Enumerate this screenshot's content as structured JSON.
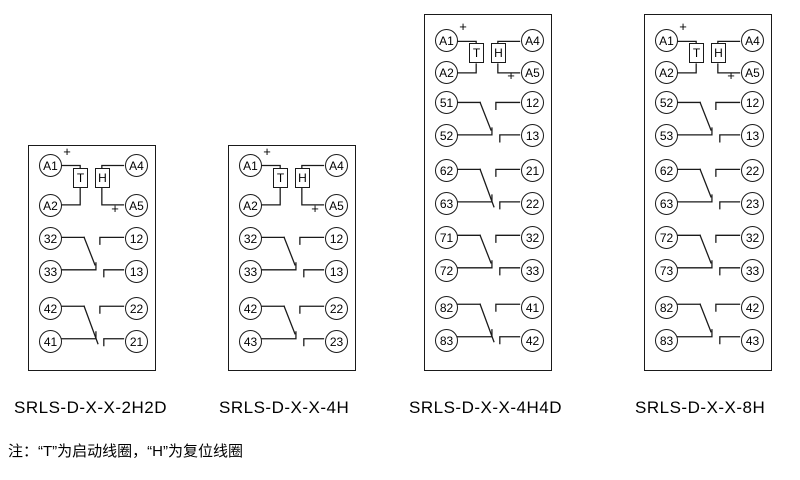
{
  "page": {
    "note": "注：“T”为启动线圈，“H”为复位线圈"
  },
  "diagrams": [
    {
      "model": "SRLS-D-X-X-2H2D",
      "coil": {
        "a1": "A1",
        "a2": "A2",
        "a4": "A4",
        "a5": "A5",
        "t": "T",
        "h": "H",
        "plus": "+"
      },
      "rows": [
        {
          "left": "32",
          "right": "12"
        },
        {
          "left": "33",
          "right": "13"
        },
        {
          "left": "42",
          "right": "22"
        },
        {
          "left": "41",
          "right": "21"
        }
      ]
    },
    {
      "model": "SRLS-D-X-X-4H",
      "coil": {
        "a1": "A1",
        "a2": "A2",
        "a4": "A4",
        "a5": "A5",
        "t": "T",
        "h": "H",
        "plus": "+"
      },
      "rows": [
        {
          "left": "32",
          "right": "12"
        },
        {
          "left": "33",
          "right": "13"
        },
        {
          "left": "42",
          "right": "22"
        },
        {
          "left": "43",
          "right": "23"
        }
      ]
    },
    {
      "model": "SRLS-D-X-X-4H4D",
      "coil": {
        "a1": "A1",
        "a2": "A2",
        "a4": "A4",
        "a5": "A5",
        "t": "T",
        "h": "H",
        "plus": "+"
      },
      "rows": [
        {
          "left": "51",
          "right": "12"
        },
        {
          "left": "52",
          "right": "13"
        },
        {
          "left": "62",
          "right": "21"
        },
        {
          "left": "63",
          "right": "22"
        },
        {
          "left": "71",
          "right": "32"
        },
        {
          "left": "72",
          "right": "33"
        },
        {
          "left": "82",
          "right": "41"
        },
        {
          "left": "83",
          "right": "42"
        }
      ]
    },
    {
      "model": "SRLS-D-X-X-8H",
      "coil": {
        "a1": "A1",
        "a2": "A2",
        "a4": "A4",
        "a5": "A5",
        "t": "T",
        "h": "H",
        "plus": "+"
      },
      "rows": [
        {
          "left": "52",
          "right": "12"
        },
        {
          "left": "53",
          "right": "13"
        },
        {
          "left": "62",
          "right": "22"
        },
        {
          "left": "63",
          "right": "23"
        },
        {
          "left": "72",
          "right": "32"
        },
        {
          "left": "73",
          "right": "33"
        },
        {
          "left": "82",
          "right": "42"
        },
        {
          "left": "83",
          "right": "43"
        }
      ]
    }
  ]
}
